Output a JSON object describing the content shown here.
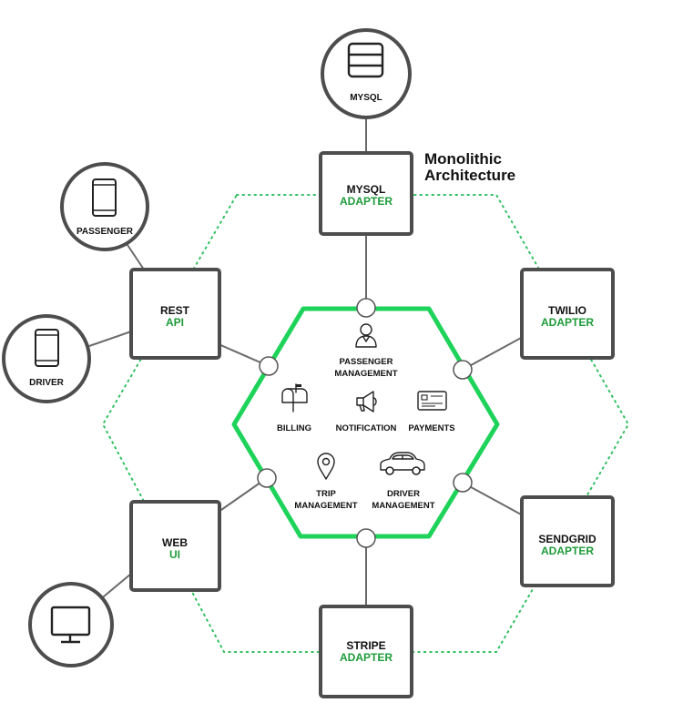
{
  "title": {
    "line1": "Monolithic",
    "line2": "Architecture"
  },
  "adapters": {
    "mysql": {
      "line1": "MYSQL",
      "line2": "ADAPTER"
    },
    "rest": {
      "line1": "REST",
      "line2": "API"
    },
    "twilio": {
      "line1": "TWILIO",
      "line2": "ADAPTER"
    },
    "web": {
      "line1": "WEB",
      "line2": "UI"
    },
    "sendgrid": {
      "line1": "SENDGRID",
      "line2": "ADAPTER"
    },
    "stripe": {
      "line1": "STRIPE",
      "line2": "ADAPTER"
    }
  },
  "clients": {
    "mysql": {
      "label": "MYSQL",
      "icon": "database-icon"
    },
    "passenger": {
      "label": "PASSENGER",
      "icon": "smartphone-icon"
    },
    "driver": {
      "label": "DRIVER",
      "icon": "smartphone-icon"
    },
    "web": {
      "label": "",
      "icon": "monitor-icon"
    }
  },
  "modules": {
    "passenger_management": {
      "line1": "PASSENGER",
      "line2": "MANAGEMENT",
      "icon": "person-icon"
    },
    "billing": {
      "line1": "BILLING",
      "icon": "mailbox-icon"
    },
    "notification": {
      "line1": "NOTIFICATION",
      "icon": "megaphone-icon"
    },
    "payments": {
      "line1": "PAYMENTS",
      "icon": "credit-card-icon"
    },
    "trip_management": {
      "line1": "TRIP",
      "line2": "MANAGEMENT",
      "icon": "map-pin-icon"
    },
    "driver_management": {
      "line1": "DRIVER",
      "line2": "MANAGEMENT",
      "icon": "car-icon"
    }
  },
  "colors": {
    "accent_green": "#1ed35a",
    "label_green": "#1e9b3a",
    "box_border": "#4d4d4d",
    "dotted_green": "#2fbf60"
  }
}
